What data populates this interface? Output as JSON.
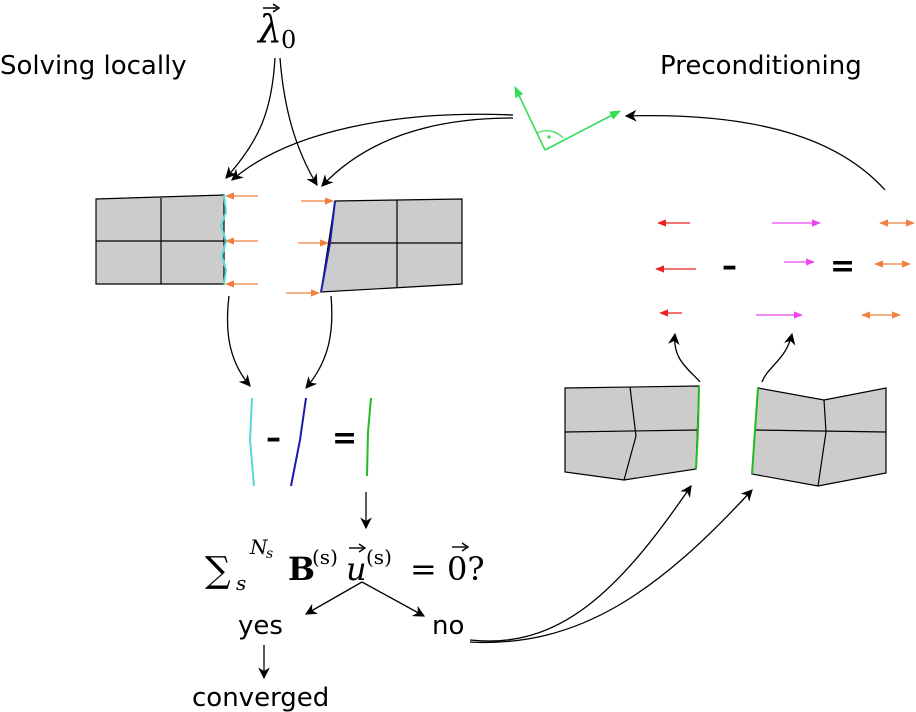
{
  "labels": {
    "lambda_symbol": "λ",
    "lambda_subscript": "0",
    "solving_locally": "Solving locally",
    "preconditioning": "Preconditioning",
    "minus": "–",
    "equals": "=",
    "condition_sum": "∑",
    "condition_sub": "s",
    "condition_sup": "N",
    "condition_sup_sub": "s",
    "condition_body": "B",
    "condition_body_sup": "(s)",
    "condition_vec": "u",
    "condition_vec_sup": "(s)",
    "condition_rhs": "= 0?",
    "yes": "yes",
    "no": "no",
    "converged": "converged"
  },
  "colors": {
    "interface_left": "#5ad8d8",
    "interface_right": "#1a1aa8",
    "interface_result": "#22bb22",
    "force_arrow": "#f08040",
    "red_arrow": "#ee2222",
    "magenta_arrow": "#ee44ee",
    "preconditioner_axes": "#33dd55",
    "subdomain_fill": "#cccccc"
  },
  "icons": {
    "orthogonal_axes": "right-angle-axes-icon"
  }
}
